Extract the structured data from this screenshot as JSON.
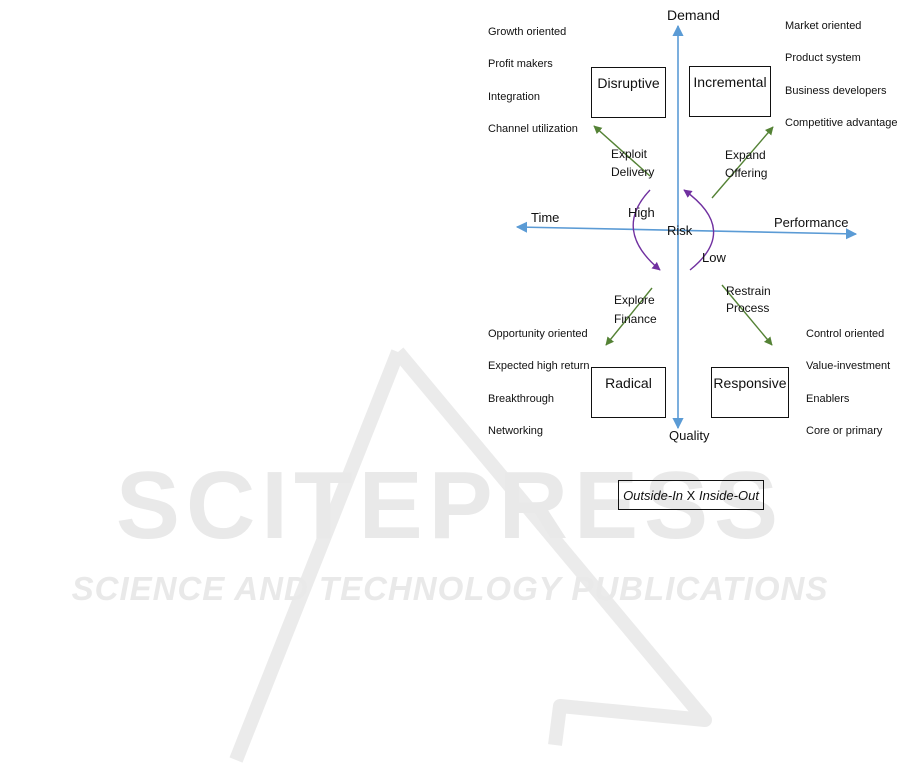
{
  "watermark": {
    "primary": "SCITEPRESS",
    "secondary": "SCIENCE AND TECHNOLOGY PUBLICATIONS"
  },
  "axes": {
    "top": "Demand",
    "bottom": "Quality",
    "left": "Time",
    "right": "Performance"
  },
  "center": {
    "risk": "Risk",
    "high": "High",
    "low": "Low"
  },
  "quadrants": {
    "top_left": {
      "box": "Disruptive",
      "action_line1": "Exploit",
      "action_line2": "Delivery",
      "items": [
        "Growth oriented",
        "Profit makers",
        "Integration",
        "Channel utilization"
      ]
    },
    "top_right": {
      "box": "Incremental",
      "action_line1": "Expand",
      "action_line2": "Offering",
      "items": [
        "Market oriented",
        "Product system",
        "Business developers",
        "Competitive advantage"
      ]
    },
    "bottom_left": {
      "box": "Radical",
      "action_line1": "Explore",
      "action_line2": "Finance",
      "items": [
        "Opportunity oriented",
        "Expected high return",
        "Breakthrough",
        "Networking"
      ]
    },
    "bottom_right": {
      "box": "Responsive",
      "action_line1": "Restrain",
      "action_line2": "Process",
      "items": [
        "Control oriented",
        "Value-investment",
        "Enablers",
        "Core or primary"
      ]
    }
  },
  "legend": {
    "part1": "Outside-In",
    "separator": " X ",
    "part2": "Inside-Out"
  },
  "colors": {
    "axis": "#5b9bd5",
    "diagonal": "#548235",
    "cycle": "#7030a0",
    "watermark": "#e9e9e9"
  }
}
